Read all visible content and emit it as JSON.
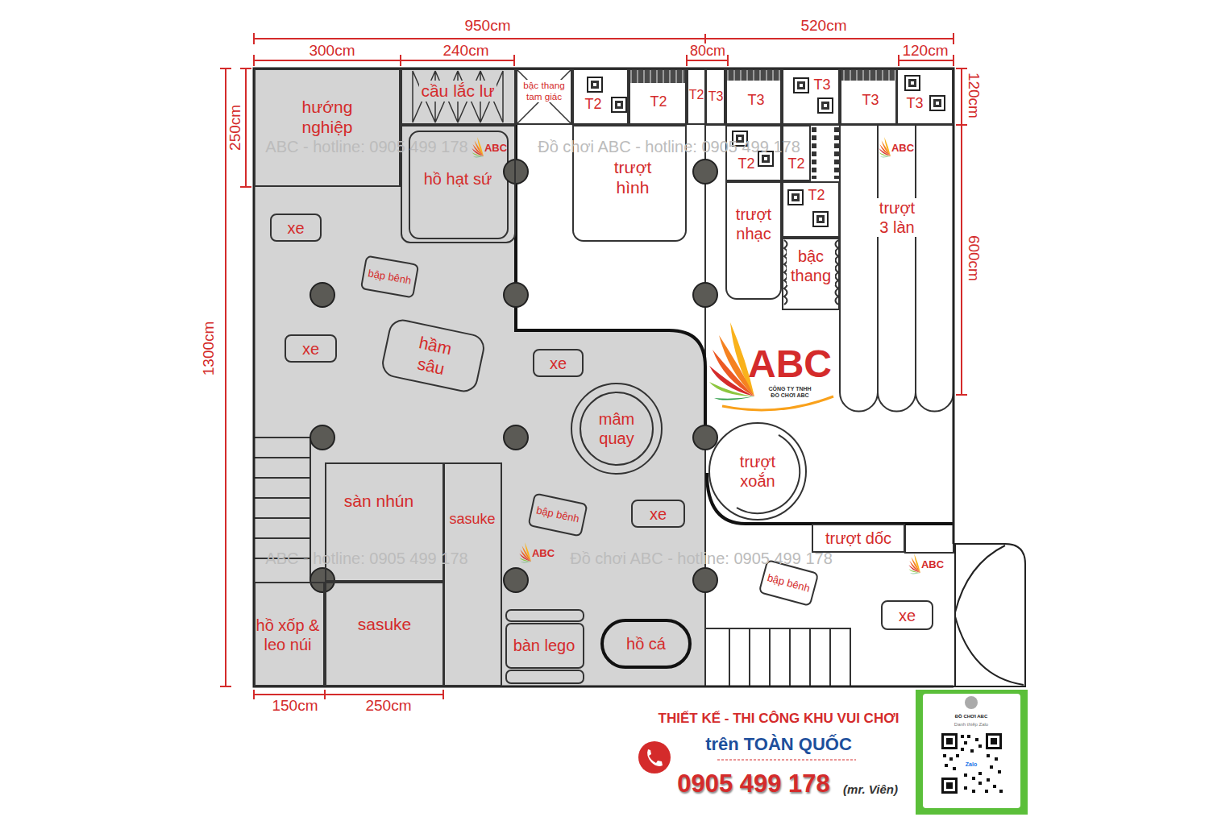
{
  "diagram": {
    "nodes": [
      {
        "text": [
          "hướng nghiệp"
        ]
      },
      {
        "text": [
          "cầu lắc lư"
        ]
      },
      {
        "text": [
          "bậc thang tam giác"
        ]
      },
      {
        "text": [
          "T2"
        ]
      },
      {
        "text": [
          "T2"
        ]
      },
      {
        "text": [
          "T2"
        ]
      },
      {
        "text": [
          "T3"
        ]
      },
      {
        "text": [
          "T3"
        ]
      },
      {
        "text": [
          "T3"
        ]
      },
      {
        "text": [
          "T3"
        ]
      },
      {
        "text": [
          "T3"
        ]
      },
      {
        "text": [
          "hồ hạt sứ"
        ]
      },
      {
        "text": [
          "trượt hình"
        ]
      },
      {
        "text": [
          "T2"
        ]
      },
      {
        "text": [
          "T2"
        ]
      },
      {
        "text": [
          "trượt 3 làn"
        ]
      },
      {
        "text": [
          "trượt nhạc"
        ]
      },
      {
        "text": [
          "T2"
        ]
      },
      {
        "text": [
          "xe"
        ]
      },
      {
        "text": [
          "bậc thang"
        ]
      },
      {
        "text": [
          "bập bênh"
        ]
      },
      {
        "text": [
          "xe"
        ]
      },
      {
        "text": [
          "hầm sâu"
        ]
      },
      {
        "text": [
          "xe"
        ]
      },
      {
        "text": [
          "mâm quay"
        ]
      },
      {
        "text": [
          "trượt xoắn"
        ]
      },
      {
        "text": [
          "sàn nhún"
        ]
      },
      {
        "text": [
          "sasuke"
        ]
      },
      {
        "text": [
          "bập bênh"
        ]
      },
      {
        "text": [
          "xe"
        ]
      },
      {
        "text": [
          "trượt dốc"
        ]
      },
      {
        "text": [
          "bập bênh"
        ]
      },
      {
        "text": [
          "hồ xốp & leo núi"
        ]
      },
      {
        "text": [
          "sasuke"
        ]
      },
      {
        "text": [
          "bàn lego"
        ]
      },
      {
        "text": [
          "hồ cá"
        ]
      },
      {
        "text": [
          "xe"
        ]
      }
    ],
    "labels": [
      "950cm",
      "300cm",
      "240cm",
      "80cm",
      "520cm",
      "120cm",
      "250cm",
      "1300cm",
      "120cm",
      "600cm",
      "150cm",
      "250cm",
      "ABC - hotline: 0905 499 178",
      "ABC",
      "Đồ chơi ABC - hotline: 0905 499 178",
      "ABC",
      "ABC",
      "CÔNG TY TNHH ĐỒ CHƠI ABC",
      "ABC - hotline: 0905 499 178",
      "ABC",
      "Đồ chơi ABC - hotline: 0905 499 178",
      "ABC",
      "THIẾT KẾ - THI CÔNG KHU VUI CHƠI",
      "trên TOÀN QUỐC",
      "0905 499 178",
      "(mr. Viên)",
      "ĐỒ CHƠI ABC",
      "Danh thiếp Zalo",
      "Zalo"
    ]
  }
}
